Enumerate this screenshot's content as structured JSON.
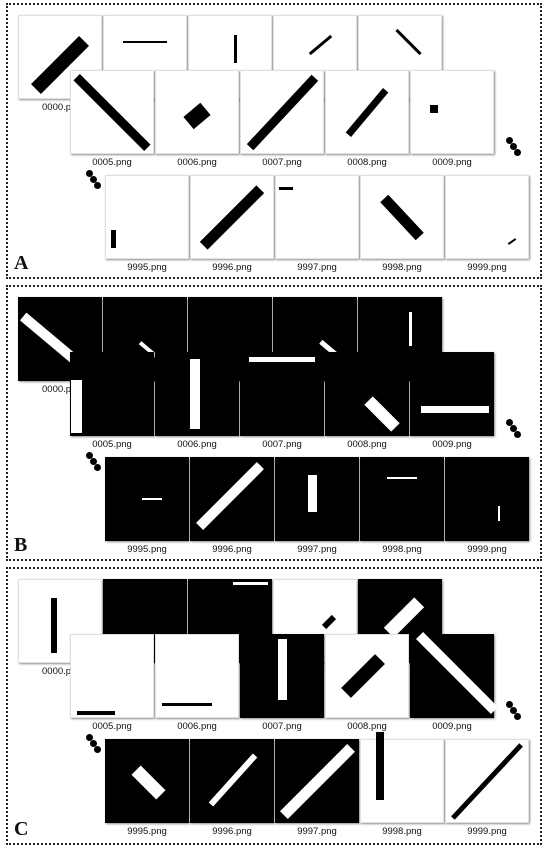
{
  "panels": [
    {
      "letter": "A",
      "rows": [
        [
          "white",
          "white",
          "white",
          "white",
          "white"
        ],
        [
          "white",
          "white",
          "white",
          "white",
          "white"
        ],
        [
          "white",
          "white",
          "white",
          "white",
          "white"
        ]
      ]
    },
    {
      "letter": "B",
      "rows": [
        [
          "black",
          "black",
          "black",
          "black",
          "black"
        ],
        [
          "black",
          "black",
          "black",
          "black",
          "black"
        ],
        [
          "black",
          "black",
          "black",
          "black",
          "black"
        ]
      ]
    },
    {
      "letter": "C",
      "rows": [
        [
          "white",
          "black",
          "black",
          "white",
          "black"
        ],
        [
          "white",
          "white",
          "black",
          "white",
          "black"
        ],
        [
          "black",
          "black",
          "black",
          "white",
          "white"
        ]
      ]
    }
  ],
  "row1_label": "0000.p",
  "row2_labels": [
    "0005.png",
    "0006.png",
    "0007.png",
    "0008.png",
    "0009.png"
  ],
  "row3_labels": [
    "9995.png",
    "9996.png",
    "9997.png",
    "9998.png",
    "9999.png"
  ]
}
